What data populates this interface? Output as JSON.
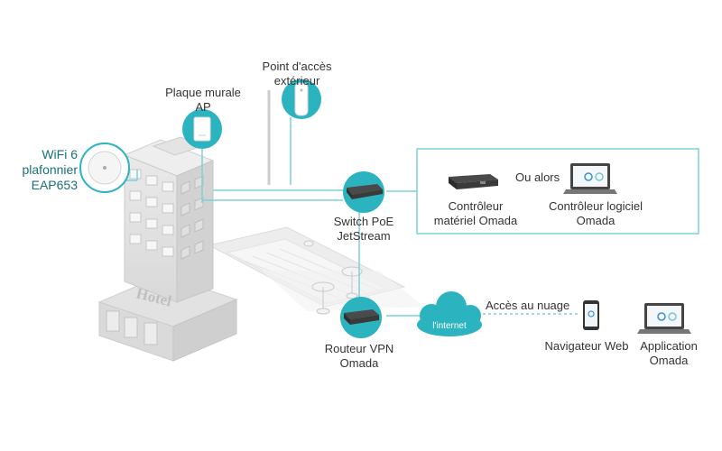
{
  "labels": {
    "eap653": [
      "WiFi 6",
      "plafonnier",
      "EAP653"
    ],
    "wall_plate_ap": [
      "Plaque murale",
      "AP"
    ],
    "outdoor_ap": [
      "Point d'accès",
      "extérieur"
    ],
    "poe_switch": [
      "Switch PoE",
      "JetStream"
    ],
    "hardware_controller": [
      "Contrôleur",
      "matériel Omada"
    ],
    "or_text": "Ou alors",
    "software_controller": [
      "Contrôleur logiciel",
      "Omada"
    ],
    "vpn_router": [
      "Routeur VPN",
      "Omada"
    ],
    "internet_cloud": "l'internet",
    "cloud_access": "Accès au nuage",
    "web_browser": "Navigateur Web",
    "omada_app": [
      "Application",
      "Omada"
    ],
    "hotel_sign": "Hotel"
  },
  "colors": {
    "accent": "#2bb3c0",
    "line": "#7fd1d9",
    "teal_text": "#1a6f78"
  },
  "icons": [
    "ceiling-ap-icon",
    "wall-plate-ap-icon",
    "outdoor-ap-icon",
    "switch-icon",
    "router-icon",
    "cloud-icon",
    "laptop-icon",
    "phone-icon"
  ]
}
